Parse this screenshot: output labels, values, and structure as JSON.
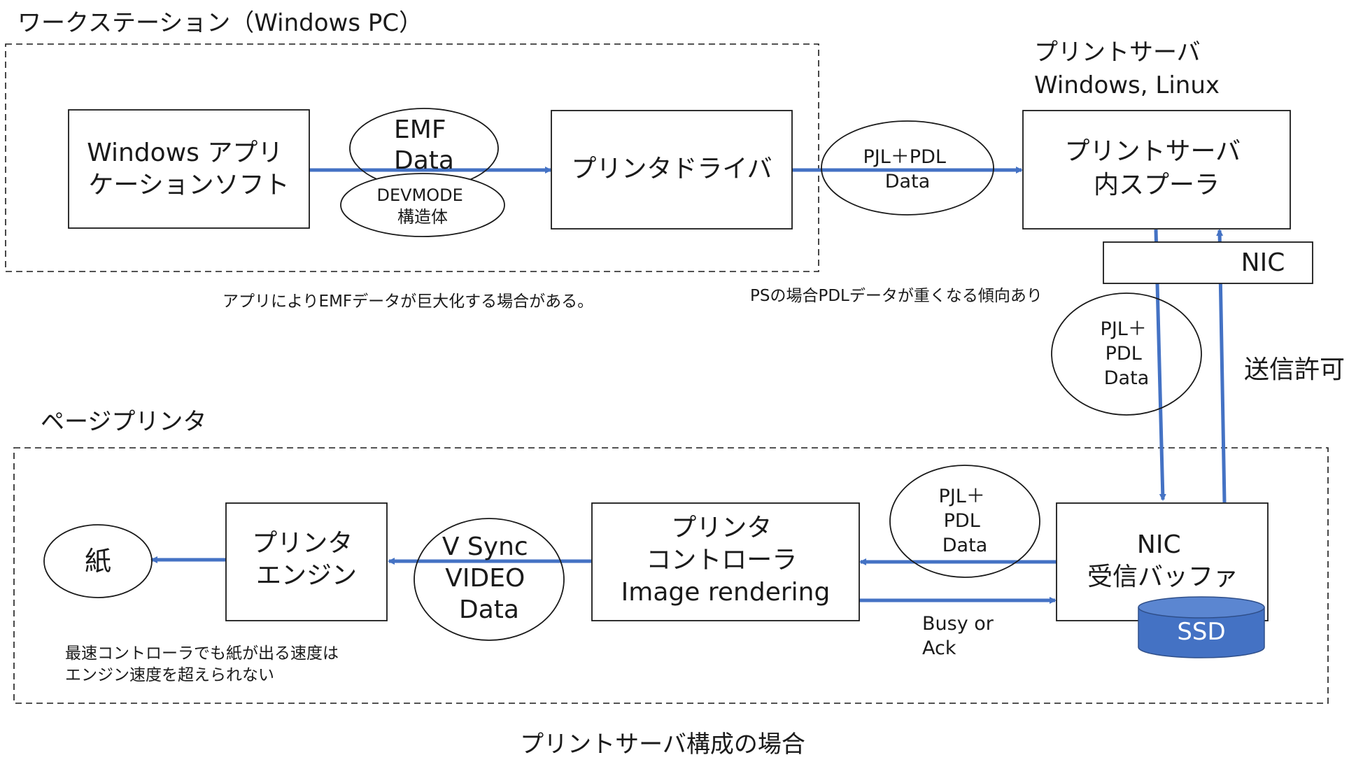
{
  "groups": {
    "workstation": "ワークステーション（Windows PC）",
    "printer": "ページプリンタ"
  },
  "print_server_title": [
    "プリントサーバ",
    "Windows, Linux"
  ],
  "boxes": {
    "app": [
      "Windows アプリ",
      "ケーションソフト"
    ],
    "driver": [
      "プリンタドライバ"
    ],
    "spooler": [
      "プリントサーバ",
      "内スプーラ"
    ],
    "nic_server": [
      "NIC"
    ],
    "nic_buffer": [
      "NIC",
      "受信バッファ"
    ],
    "controller": [
      "プリンタ",
      "コントローラ",
      "Image rendering"
    ],
    "engine": [
      "プリンタ",
      "エンジン"
    ]
  },
  "ellipses": {
    "emf": [
      "EMF",
      "Data"
    ],
    "devmode": [
      "DEVMODE",
      "構造体"
    ],
    "pjl_top": [
      "PJL＋PDL",
      "Data"
    ],
    "pjl_right": [
      "PJL＋",
      "PDL",
      "Data"
    ],
    "pjl_bottom": [
      "PJL＋",
      "PDL",
      "Data"
    ],
    "vsync": [
      "V Sync",
      "VIDEO",
      "Data"
    ],
    "paper": [
      "紙"
    ]
  },
  "ssd": "SSD",
  "labels": {
    "send_permit": "送信許可",
    "busy_ack": [
      "Busy or",
      "Ack"
    ]
  },
  "notes": {
    "emf_note": "アプリによりEMFデータが巨大化する場合がある。",
    "ps_note": "PSの場合PDLデータが重くなる傾向あり",
    "speed_note": [
      "最速コントローラでも紙が出る速度は",
      "エンジン速度を超えられない"
    ]
  },
  "caption": "プリントサーバ構成の場合",
  "colors": {
    "arrow": "#4472C4",
    "ssd_fill": "#4472C4",
    "stroke": "#1a1a1a",
    "text": "#1a1a1a"
  }
}
